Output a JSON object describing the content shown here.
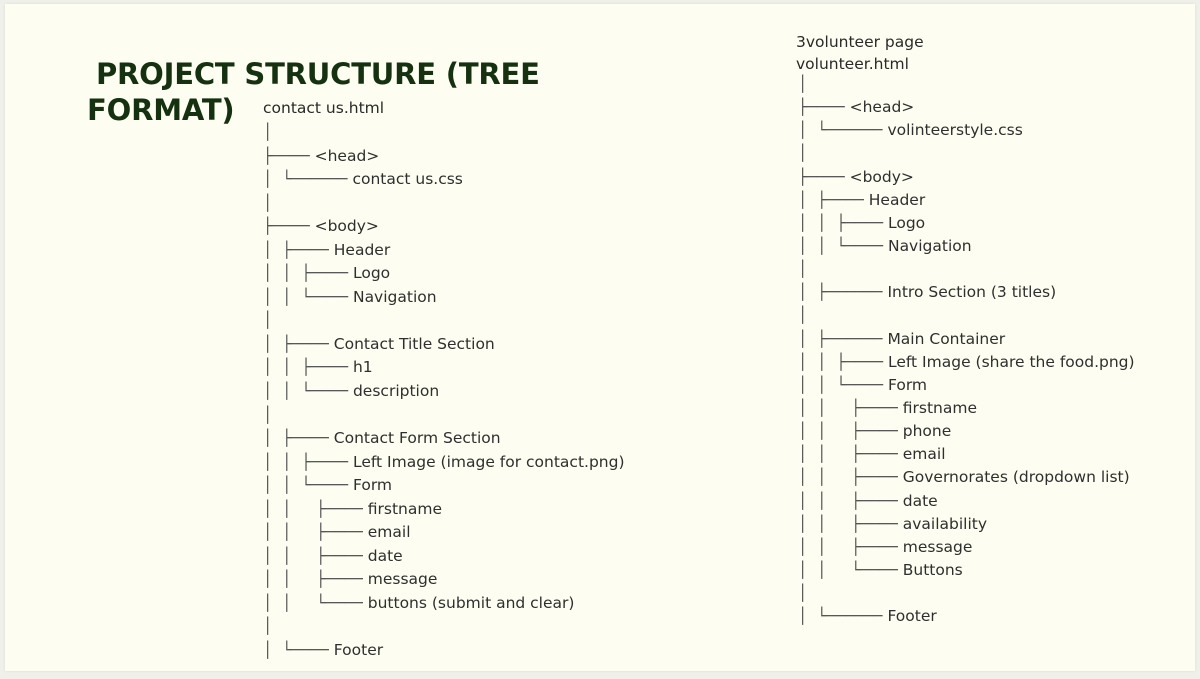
{
  "title": {
    "line1": "PROJECT STRUCTURE (TREE",
    "line2": "FORMAT)"
  },
  "left": {
    "file": "contact us.html",
    "rows": [
      {
        "pre": "│",
        "text": ""
      },
      {
        "pre": "├──── ",
        "text": "<head>"
      },
      {
        "pre": "│  └────── ",
        "text": "contact us.css"
      },
      {
        "pre": "│",
        "text": ""
      },
      {
        "pre": "├──── ",
        "text": "<body>"
      },
      {
        "pre": "│  ├──── ",
        "text": "Header"
      },
      {
        "pre": "│  │  ├──── ",
        "text": "Logo"
      },
      {
        "pre": "│  │  └──── ",
        "text": "Navigation"
      },
      {
        "pre": "│",
        "text": ""
      },
      {
        "pre": "│  ├──── ",
        "text": "Contact Title Section"
      },
      {
        "pre": "│  │  ├──── ",
        "text": "h1"
      },
      {
        "pre": "│  │  └──── ",
        "text": "description"
      },
      {
        "pre": "│",
        "text": ""
      },
      {
        "pre": "│  ├──── ",
        "text": "Contact Form Section"
      },
      {
        "pre": "│  │  ├──── ",
        "text": "Left Image (image for contact.png)"
      },
      {
        "pre": "│  │  └──── ",
        "text": "Form"
      },
      {
        "pre": "│  │     ├──── ",
        "text": "firstname"
      },
      {
        "pre": "│  │     ├──── ",
        "text": "email"
      },
      {
        "pre": "│  │     ├──── ",
        "text": "date"
      },
      {
        "pre": "│  │     ├──── ",
        "text": "message"
      },
      {
        "pre": "│  │     └──── ",
        "text": "buttons (submit and clear)"
      },
      {
        "pre": "│",
        "text": ""
      },
      {
        "pre": "│  └──── ",
        "text": "Footer"
      }
    ]
  },
  "right": {
    "heading": "3volunteer page",
    "file": "volunteer.html",
    "rows": [
      {
        "pre": "│",
        "text": ""
      },
      {
        "pre": "├──── ",
        "text": "<head>"
      },
      {
        "pre": "│  └────── ",
        "text": "volinteerstyle.css"
      },
      {
        "pre": "│",
        "text": ""
      },
      {
        "pre": "├──── ",
        "text": "<body>"
      },
      {
        "pre": "│  ├──── ",
        "text": "Header"
      },
      {
        "pre": "│  │  ├──── ",
        "text": "Logo"
      },
      {
        "pre": "│  │  └──── ",
        "text": "Navigation"
      },
      {
        "pre": "│",
        "text": ""
      },
      {
        "pre": "│  ├────── ",
        "text": "Intro Section (3 titles)"
      },
      {
        "pre": "│",
        "text": ""
      },
      {
        "pre": "│  ├────── ",
        "text": "Main Container"
      },
      {
        "pre": "│  │  ├──── ",
        "text": "Left Image (share the food.png)"
      },
      {
        "pre": "│  │  └──── ",
        "text": "Form"
      },
      {
        "pre": "│  │     ├──── ",
        "text": "firstname"
      },
      {
        "pre": "│  │     ├──── ",
        "text": "phone"
      },
      {
        "pre": "│  │     ├──── ",
        "text": "email"
      },
      {
        "pre": "│  │     ├──── ",
        "text": "Governorates (dropdown list)"
      },
      {
        "pre": "│  │     ├──── ",
        "text": "date"
      },
      {
        "pre": "│  │     ├──── ",
        "text": "availability"
      },
      {
        "pre": "│  │     ├──── ",
        "text": "message"
      },
      {
        "pre": "│  │     └──── ",
        "text": "Buttons"
      },
      {
        "pre": "│",
        "text": ""
      },
      {
        "pre": "│  └────── ",
        "text": "Footer"
      }
    ]
  }
}
